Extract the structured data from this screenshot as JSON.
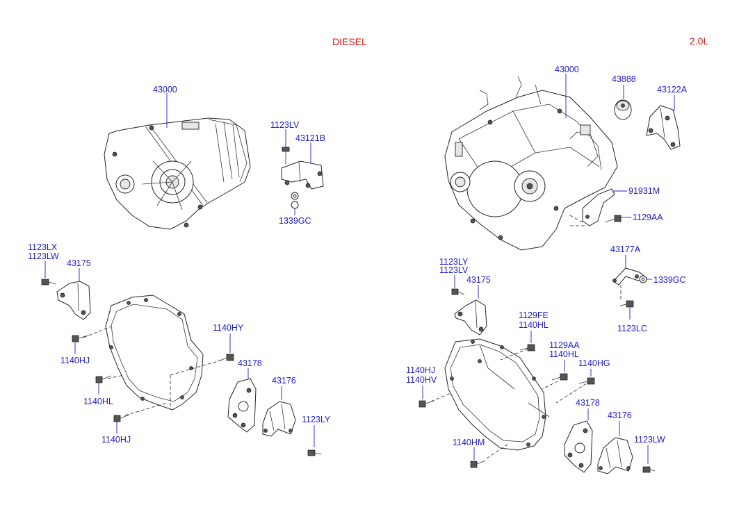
{
  "headers": {
    "diesel": "DIESEL",
    "engine": "2.0L"
  },
  "labels": {
    "l_43000": "43000",
    "l_1123LV": "1123LV",
    "l_43121B": "43121B",
    "l_1339GC": "1339GC",
    "l_1123LX": "1123LX",
    "l_1123LW": "1123LW",
    "l_43175": "43175",
    "l_1140HJ_a": "1140HJ",
    "l_1140HY": "1140HY",
    "l_43178": "43178",
    "l_43176": "43176",
    "l_1140HL": "1140HL",
    "l_1123LY": "1123LY",
    "l_1140HJ_b": "1140HJ",
    "r_43000": "43000",
    "r_43888": "43888",
    "r_43122A": "43122A",
    "r_91931M": "91931M",
    "r_1129AA_a": "1129AA",
    "r_43177A": "43177A",
    "r_1339GC": "1339GC",
    "r_1123LC": "1123LC",
    "r_1123LY": "1123LY",
    "r_1123LV": "1123LV",
    "r_43175": "43175",
    "r_1129FE": "1129FE",
    "r_1140HL_a": "1140HL",
    "r_1129AA_b": "1129AA",
    "r_1140HL_b": "1140HL",
    "r_1140HG": "1140HG",
    "r_1140HJ": "1140HJ",
    "r_1140HV": "1140HV",
    "r_43178": "43178",
    "r_43176": "43176",
    "r_1123LW": "1123LW",
    "r_1140HM": "1140HM"
  }
}
